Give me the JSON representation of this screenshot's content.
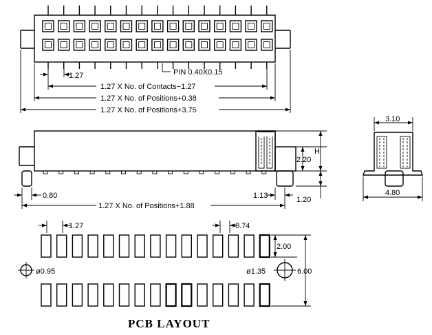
{
  "top_view": {
    "pitch_label": "1.27",
    "pin_label": "PIN 0.40X0.15",
    "contacts_label": "1.27 X No. of Contacts−1.27",
    "positions_038_label": "1.27 X No. of Positions+0.38",
    "positions_375_label": "1.27 X No. of Positions+3.75"
  },
  "side_view": {
    "h_label": "H",
    "height_label": "2.20",
    "post_label": "0.80",
    "length_label": "1.27 X No. of Positions+1.88",
    "offset_label": "1.13",
    "standoff_label": "1.20"
  },
  "end_view": {
    "width_top_label": "3.10",
    "width_bottom_label": "4.80"
  },
  "pcb_layout": {
    "title": "PCB LAYOUT",
    "pitch_label": "1.27",
    "pad_width_label": "0.74",
    "pad_length_label": "2.00",
    "row_span_label": "6.00",
    "left_hole_label": "ø0.95",
    "right_hole_label": "ø1.35"
  }
}
